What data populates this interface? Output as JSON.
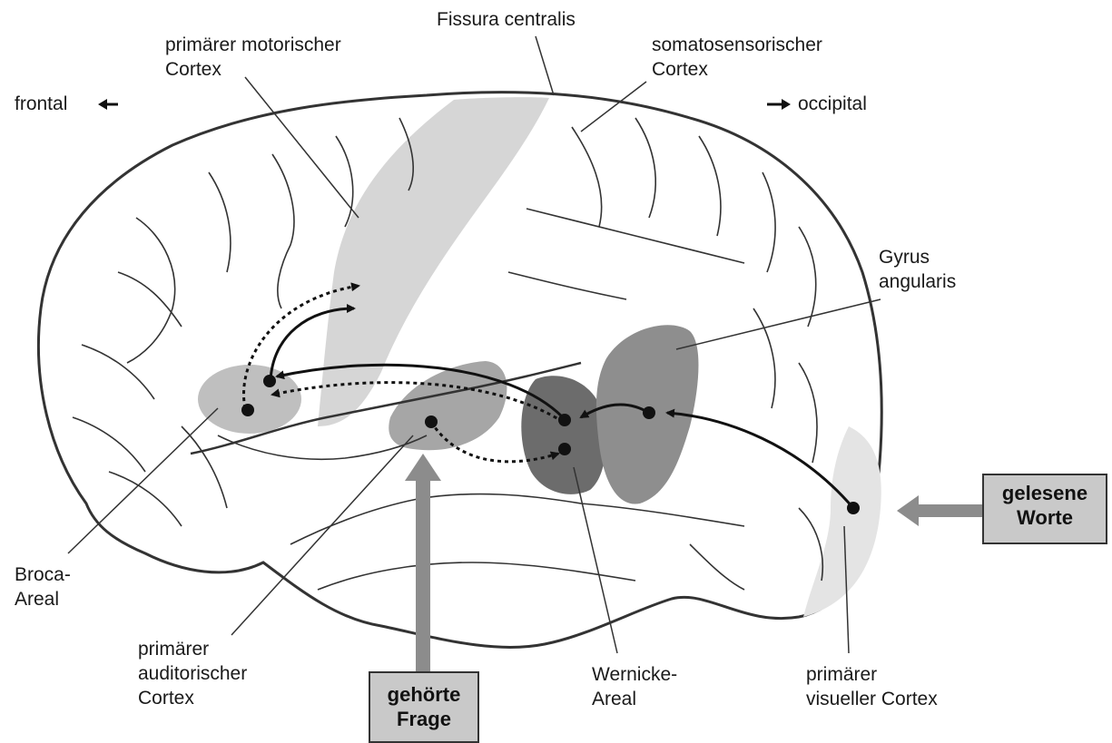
{
  "labels": {
    "fissura": "Fissura centralis",
    "motor": [
      "primärer motorischer",
      "Cortex"
    ],
    "somato": [
      "somatosensorischer",
      "Cortex"
    ],
    "frontal": "frontal",
    "occipital": "occipital",
    "gyrus": [
      "Gyrus",
      "angularis"
    ],
    "broca": [
      "Broca-",
      "Areal"
    ],
    "auditory": [
      "primärer",
      "auditorischer",
      "Cortex"
    ],
    "wernicke": [
      "Wernicke-",
      "Areal"
    ],
    "visual": [
      "primärer",
      "visueller Cortex"
    ]
  },
  "boxes": {
    "read": [
      "gelesene",
      "Worte"
    ],
    "heard": [
      "gehörte",
      "Frage"
    ]
  },
  "colors": {
    "outline": "#333333",
    "light_region": "#d6d6d6",
    "mid_region": "#9a9a9a",
    "dark_region": "#6c6c6c",
    "input_arrow": "#8c8c8c",
    "box_fill": "#c9c9c9"
  }
}
